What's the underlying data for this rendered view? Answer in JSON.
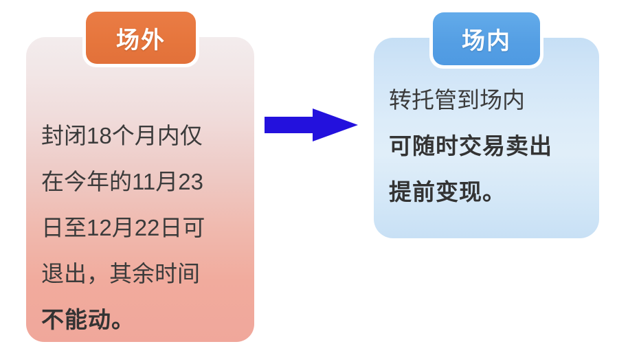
{
  "diagram": {
    "type": "two-card-flow",
    "direction": "left-to-right",
    "background_color": "#ffffff"
  },
  "left_card": {
    "badge_label": "场外",
    "badge_color": "#e6763d",
    "card_gradient_from": "#f3eced",
    "card_gradient_to": "#f0a79b",
    "text_color": "#3b3b3b",
    "lines": [
      {
        "text": "封闭18个月内仅",
        "bold": false
      },
      {
        "text": "在今年的11月23",
        "bold": false
      },
      {
        "text": "日至12月22日可",
        "bold": false
      },
      {
        "text": "退出，其余时间",
        "bold": false
      },
      {
        "text": "不能动。",
        "bold": true
      }
    ],
    "full_text": "封闭18个月内仅在今年的11月23日至12月22日可退出，其余时间不能动。"
  },
  "connector": {
    "icon": "right-arrow-icon",
    "color": "#2311dd",
    "label": ""
  },
  "right_card": {
    "badge_label": "场内",
    "badge_color": "#559fe4",
    "card_gradient_from": "#c6dff5",
    "card_gradient_to": "#c8e0f5",
    "text_color": "#3b3b3b",
    "lines": [
      {
        "text": "转托管到场内",
        "bold": false
      },
      {
        "text": "可随时交易卖出",
        "bold": true
      },
      {
        "text": "提前变现。",
        "bold": true
      }
    ],
    "full_text": "转托管到场内可随时交易卖出提前变现。"
  }
}
